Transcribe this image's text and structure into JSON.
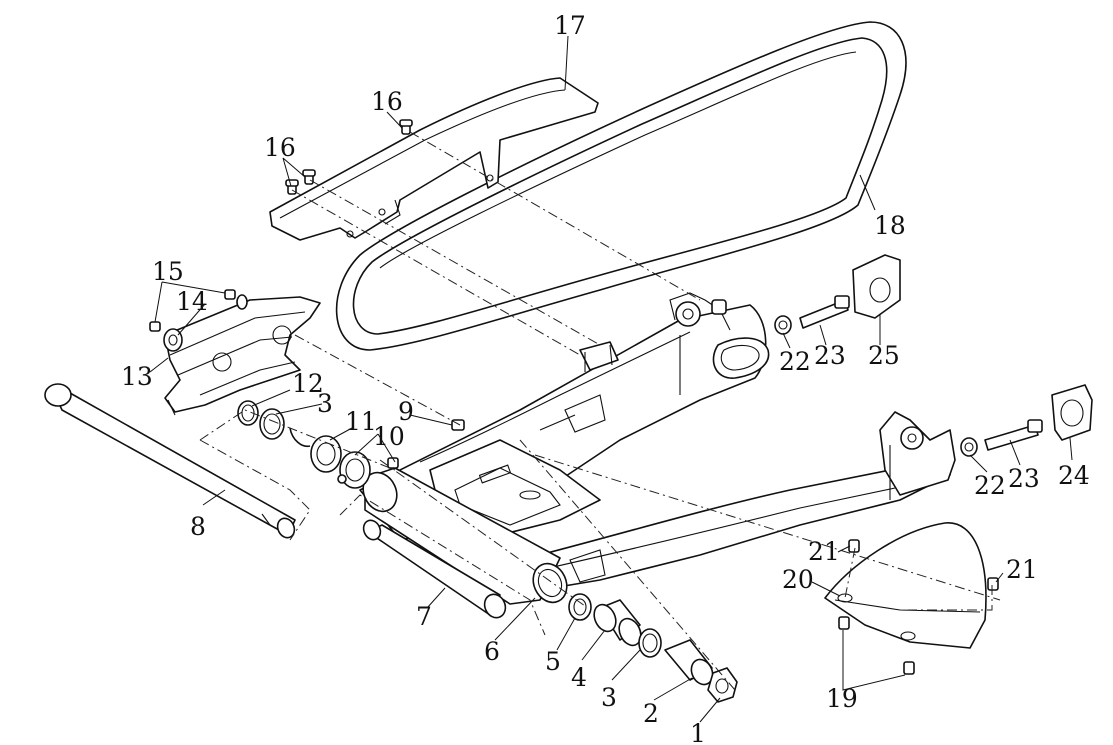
{
  "callouts": [
    {
      "key": "c1",
      "text": "1"
    },
    {
      "key": "c2",
      "text": "2"
    },
    {
      "key": "c3a",
      "text": "3"
    },
    {
      "key": "c3b",
      "text": "3"
    },
    {
      "key": "c4",
      "text": "4"
    },
    {
      "key": "c5",
      "text": "5"
    },
    {
      "key": "c6",
      "text": "6"
    },
    {
      "key": "c7",
      "text": "7"
    },
    {
      "key": "c8",
      "text": "8"
    },
    {
      "key": "c9",
      "text": "9"
    },
    {
      "key": "c10",
      "text": "10"
    },
    {
      "key": "c11",
      "text": "11"
    },
    {
      "key": "c12",
      "text": "12"
    },
    {
      "key": "c13",
      "text": "13"
    },
    {
      "key": "c14",
      "text": "14"
    },
    {
      "key": "c15",
      "text": "15"
    },
    {
      "key": "c16a",
      "text": "16"
    },
    {
      "key": "c16b",
      "text": "16"
    },
    {
      "key": "c17",
      "text": "17"
    },
    {
      "key": "c18",
      "text": "18"
    },
    {
      "key": "c19",
      "text": "19"
    },
    {
      "key": "c20",
      "text": "20"
    },
    {
      "key": "c21a",
      "text": "21"
    },
    {
      "key": "c21b",
      "text": "21"
    },
    {
      "key": "c22a",
      "text": "22"
    },
    {
      "key": "c22b",
      "text": "22"
    },
    {
      "key": "c23a",
      "text": "23"
    },
    {
      "key": "c23b",
      "text": "23"
    },
    {
      "key": "c24",
      "text": "24"
    },
    {
      "key": "c25",
      "text": "25"
    }
  ]
}
